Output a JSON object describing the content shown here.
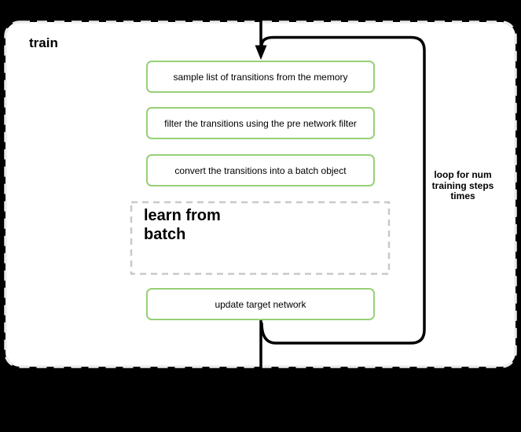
{
  "diagram": {
    "title": "train",
    "steps": [
      "sample list of transitions from the memory",
      "filter the transitions using the pre network filter",
      "convert the transitions into a batch object"
    ],
    "subprocess": {
      "lines": [
        "learn from",
        "batch"
      ]
    },
    "final_step": "update target network",
    "loop_annotation": {
      "lines": [
        "loop for num",
        "training steps",
        "times"
      ]
    },
    "colors": {
      "page_background": "#000000",
      "container_fill": "#ffffff",
      "container_dashed_border": "#ececec",
      "step_border_green": "#97d077",
      "subprocess_dashed_border": "#c9c9c9",
      "flow_line": "#000000",
      "text": "#000000"
    }
  }
}
